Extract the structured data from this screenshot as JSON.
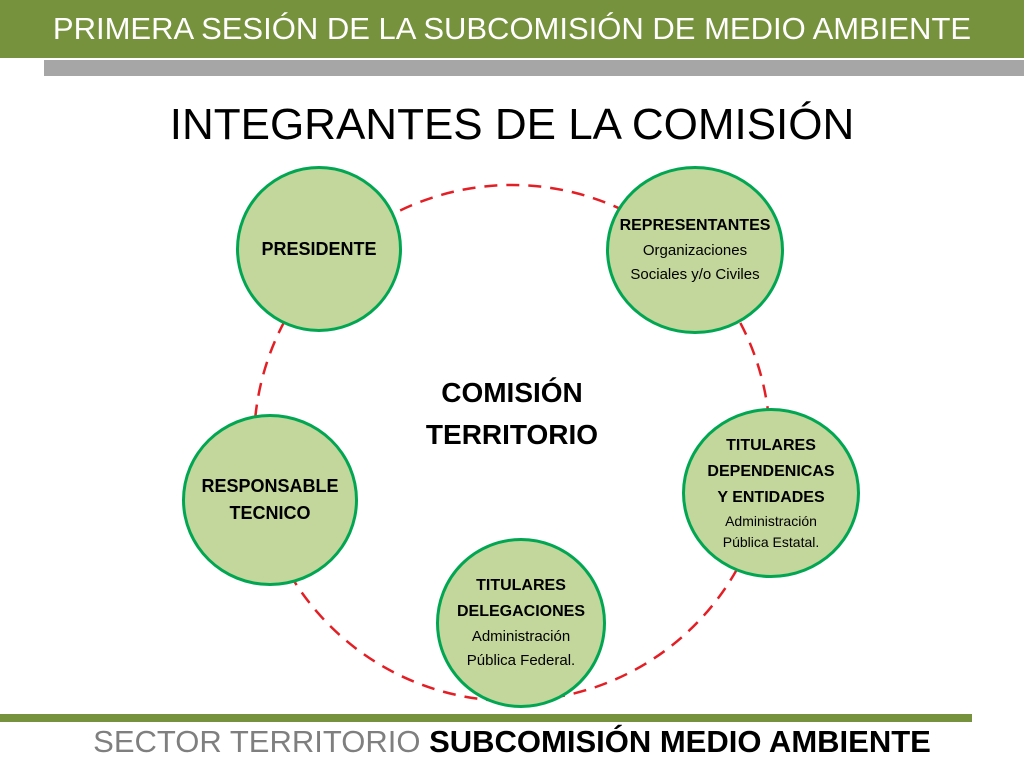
{
  "header": {
    "title": "PRIMERA SESIÓN DE LA SUBCOMISIÓN DE MEDIO AMBIENTE"
  },
  "page_title": "INTEGRANTES DE LA COMISIÓN",
  "center": {
    "line1": "COMISIÓN",
    "line2": "TERRITORIO"
  },
  "nodes": {
    "presidente": {
      "title": "PRESIDENTE"
    },
    "representantes": {
      "title": "REPRESENTANTES",
      "sub1": "Organizaciones",
      "sub2": "Sociales y/o Civiles"
    },
    "titulares_dependencias": {
      "title1": "TITULARES",
      "title2": "DEPENDENICAS",
      "title3": "Y ENTIDADES",
      "sub1": "Administración",
      "sub2": "Pública Estatal."
    },
    "titulares_delegaciones": {
      "title1": "TITULARES",
      "title2": "DELEGACIONES",
      "sub1": "Administración",
      "sub2": "Pública Federal."
    },
    "responsable": {
      "title1": "RESPONSABLE",
      "title2": "TECNICO"
    }
  },
  "footer": {
    "part1": "SECTOR TERRITORIO ",
    "part2": "SUBCOMISIÓN MEDIO AMBIENTE"
  },
  "colors": {
    "header_green": "#76923c",
    "node_fill": "#c3d69b",
    "node_border": "#00a651",
    "ring_dash": "#e31e24",
    "stripe_gray": "#a6a6a6"
  }
}
